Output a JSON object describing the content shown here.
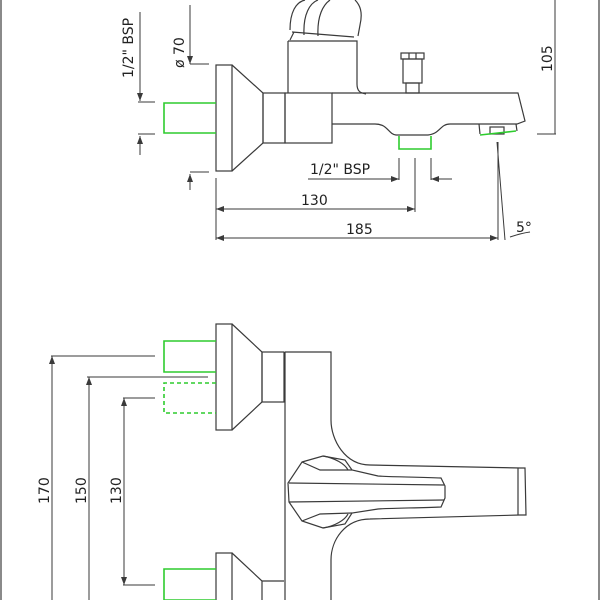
{
  "drawing": {
    "subject": "Bath shower mixer tap dimension drawing",
    "accent_color": "#2ecc2e",
    "side_view": {
      "labels": {
        "inlet_thread": "1/2\" BSP",
        "flange_diameter": "ø 70",
        "height": "105",
        "outlet_thread": "1/2\" BSP",
        "inlet_to_outlet": "130",
        "overall_length": "185",
        "spout_angle": "5°"
      }
    },
    "plan_view": {
      "labels": {
        "centres_max": "170",
        "centres_mid": "150",
        "centres_min": "130"
      }
    }
  }
}
